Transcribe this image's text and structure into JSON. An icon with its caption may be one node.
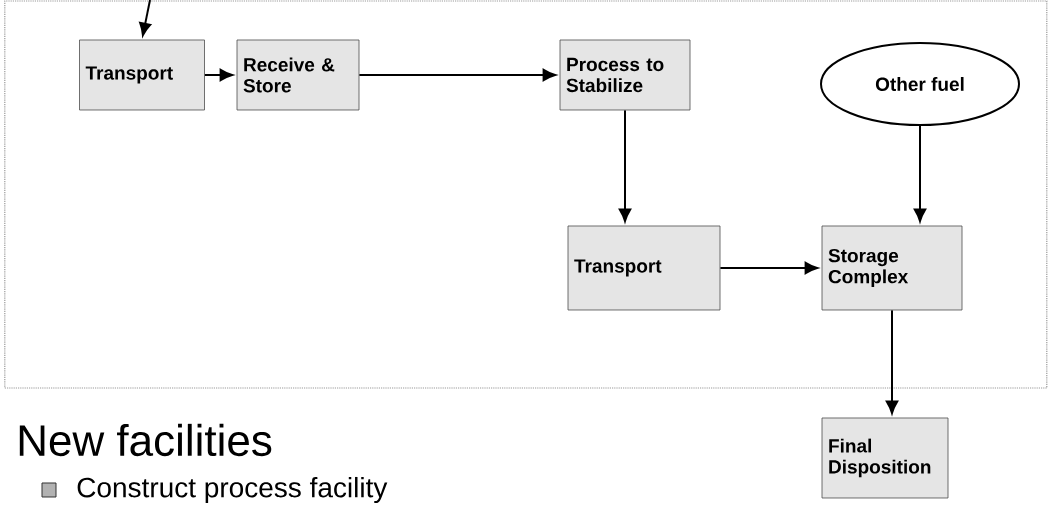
{
  "diagram": {
    "nodes": [
      {
        "text": [],
        "shape": "box"
      },
      {
        "text": [
          "Transport"
        ],
        "in": 0
      },
      {
        "text": [
          "Receive & Store"
        ],
        "in": 0
      },
      {
        "text": [
          "Process to Stabilize"
        ],
        "in": 0
      },
      {
        "text": [
          "Other fuel"
        ],
        "in": 0
      },
      {
        "text": [
          "Transport"
        ],
        "in": 0
      },
      {
        "text": [
          "Storage Complex"
        ],
        "in": 0
      },
      {
        "text": [
          "Final Disposition"
        ]
      }
    ],
    "edges": [
      {
        "from": null,
        "to": 1,
        "arrow": "to"
      },
      {
        "from": 1,
        "to": 2,
        "arrow": "to"
      },
      {
        "from": 2,
        "to": 3,
        "arrow": "to"
      },
      {
        "from": 3,
        "to": 5,
        "arrow": "to"
      },
      {
        "from": 4,
        "to": 6,
        "arrow": "to"
      },
      {
        "from": 5,
        "to": 6,
        "arrow": "to"
      },
      {
        "from": 6,
        "to": 7,
        "arrow": "to"
      }
    ],
    "labels": [
      "New facilities",
      "Construct process facility"
    ]
  }
}
